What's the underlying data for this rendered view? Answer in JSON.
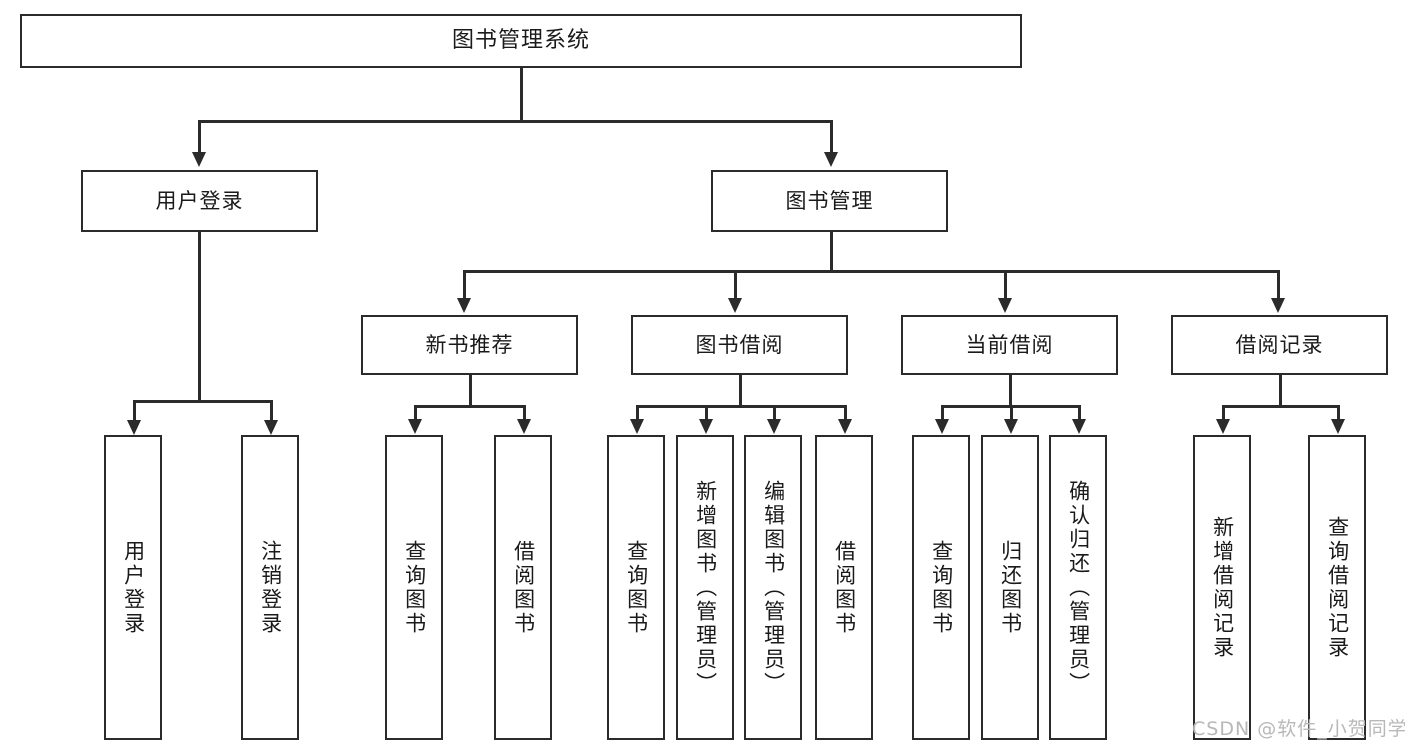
{
  "diagram": {
    "title": "图书管理系统",
    "type": "functional-structure-tree",
    "watermark": "CSDN @软件_小贺同学",
    "colors": {
      "stroke": "#2b2b2b",
      "fill": "#ffffff",
      "text": "#1a1a1a",
      "watermark": "#b8b8b8"
    },
    "root": {
      "label": "图书管理系统"
    },
    "level2": [
      {
        "id": "user-login",
        "label": "用户登录"
      },
      {
        "id": "book-manage",
        "label": "图书管理"
      }
    ],
    "level3": [
      {
        "id": "new-book-rec",
        "label": "新书推荐"
      },
      {
        "id": "book-borrow",
        "label": "图书借阅"
      },
      {
        "id": "current-borrow",
        "label": "当前借阅"
      },
      {
        "id": "borrow-record",
        "label": "借阅记录"
      }
    ],
    "leaves": {
      "user_login": [
        {
          "id": "leaf-user-login",
          "label": "用户登录"
        },
        {
          "id": "leaf-user-logout",
          "label": "注销登录"
        }
      ],
      "new_book_rec": [
        {
          "id": "leaf-query-book-1",
          "label": "查询图书"
        },
        {
          "id": "leaf-borrow-book-1",
          "label": "借阅图书"
        }
      ],
      "book_borrow": [
        {
          "id": "leaf-query-book-2",
          "label": "查询图书"
        },
        {
          "id": "leaf-add-book",
          "label": "新增图书（管理员）"
        },
        {
          "id": "leaf-edit-book",
          "label": "编辑图书（管理员）"
        },
        {
          "id": "leaf-borrow-book-2",
          "label": "借阅图书"
        }
      ],
      "current_borrow": [
        {
          "id": "leaf-query-book-3",
          "label": "查询图书"
        },
        {
          "id": "leaf-return-book",
          "label": "归还图书"
        },
        {
          "id": "leaf-confirm-return",
          "label": "确认归还（管理员）"
        }
      ],
      "borrow_record": [
        {
          "id": "leaf-add-record",
          "label": "新增借阅记录"
        },
        {
          "id": "leaf-query-record",
          "label": "查询借阅记录"
        }
      ]
    }
  }
}
